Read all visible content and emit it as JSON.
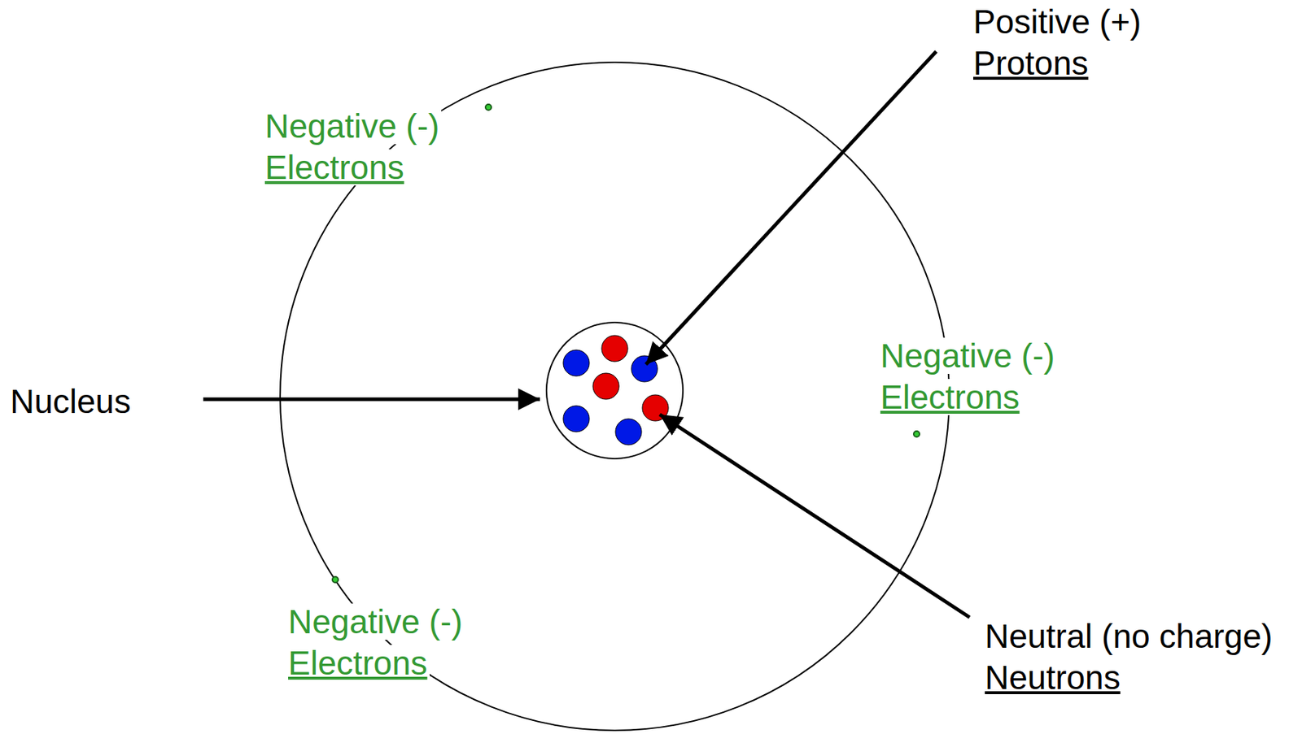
{
  "diagram": {
    "labels": [
      "Positive (+)",
      "Protons",
      "Nucleus",
      "Negative (-)",
      "Electrons",
      "Negative (-)",
      "Electrons",
      "Negative (-)",
      "Electrons",
      "Neutral (no charge)",
      "Neutrons"
    ]
  }
}
